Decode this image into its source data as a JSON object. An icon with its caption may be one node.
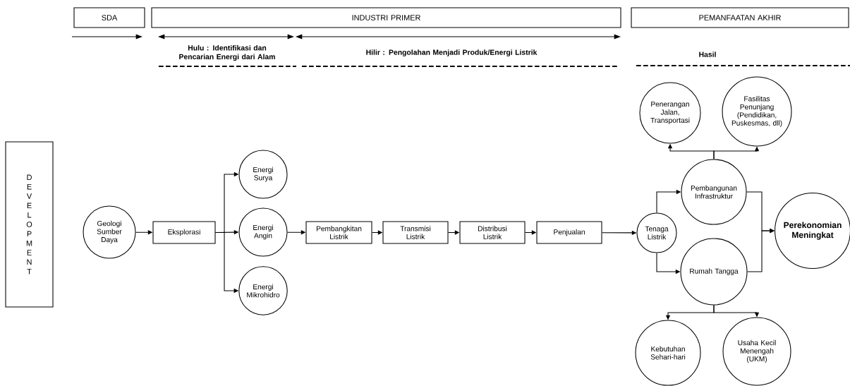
{
  "diagram": {
    "nodes": [
      {
        "text": [
          "SDA"
        ]
      },
      {
        "text": [
          "INDUSTRI PRIMER"
        ]
      },
      {
        "text": [
          "PEMANFAATAN AKHIR"
        ]
      },
      {
        "text": [
          "DEVELOPMENT"
        ]
      },
      {
        "text": [
          "Geologi Sumber Daya"
        ]
      },
      {
        "text": [
          "Eksplorasi"
        ]
      },
      {
        "text": [
          "Energi Surya"
        ]
      },
      {
        "text": [
          "Energi Angin"
        ]
      },
      {
        "text": [
          "Energi Mikrohidro"
        ]
      },
      {
        "text": [
          "Pembangkitan Listrik"
        ]
      },
      {
        "text": [
          "Transmisi Listrik"
        ]
      },
      {
        "text": [
          "Distribusi Listrik"
        ]
      },
      {
        "text": [
          "Penjualan"
        ]
      },
      {
        "text": [
          "Tenaga Listrik"
        ]
      },
      {
        "text": [
          "Pembangunan Infrastruktur"
        ]
      },
      {
        "text": [
          "Rumah Tangga"
        ]
      },
      {
        "text": [
          "Perekonomian Meningkat"
        ]
      },
      {
        "text": [
          "Penerangan Jalan, Transportasi"
        ]
      },
      {
        "text": [
          "Fasilitas Penunjang (Pendidikan, Puskesmas, dll)"
        ]
      },
      {
        "text": [
          "Kebutuhan Sehari-hari"
        ]
      },
      {
        "text": [
          "Usaha Kecil Menengah (UKM)"
        ]
      }
    ],
    "edges": [
      {
        "from": 4,
        "to": 5,
        "arrow": "to"
      },
      {
        "from": 5,
        "to": 6,
        "arrow": "to"
      },
      {
        "from": 5,
        "to": 7,
        "arrow": "to"
      },
      {
        "from": 5,
        "to": 8,
        "arrow": "to"
      },
      {
        "from": 7,
        "to": 9,
        "arrow": "to"
      },
      {
        "from": 9,
        "to": 10,
        "arrow": "to"
      },
      {
        "from": 10,
        "to": 11,
        "arrow": "to"
      },
      {
        "from": 11,
        "to": 12,
        "arrow": "to"
      },
      {
        "from": 12,
        "to": 13,
        "arrow": "to"
      },
      {
        "from": 13,
        "to": 14,
        "arrow": "to"
      },
      {
        "from": 13,
        "to": 15,
        "arrow": "to"
      },
      {
        "from": 14,
        "to": 16,
        "arrow": "to"
      },
      {
        "from": 15,
        "to": 16,
        "arrow": "to"
      },
      {
        "from": 14,
        "to": 17,
        "arrow": "to"
      },
      {
        "from": 14,
        "to": 18,
        "arrow": "to"
      },
      {
        "from": 15,
        "to": 19,
        "arrow": "to"
      },
      {
        "from": 15,
        "to": 20,
        "arrow": "to"
      }
    ],
    "labels": [
      "Hulu : Identifikasi dan Pencarian Energi dari Alam",
      "Hilir : Pengolahan Menjadi Produk/Energi Listrik",
      "Hasil"
    ]
  }
}
